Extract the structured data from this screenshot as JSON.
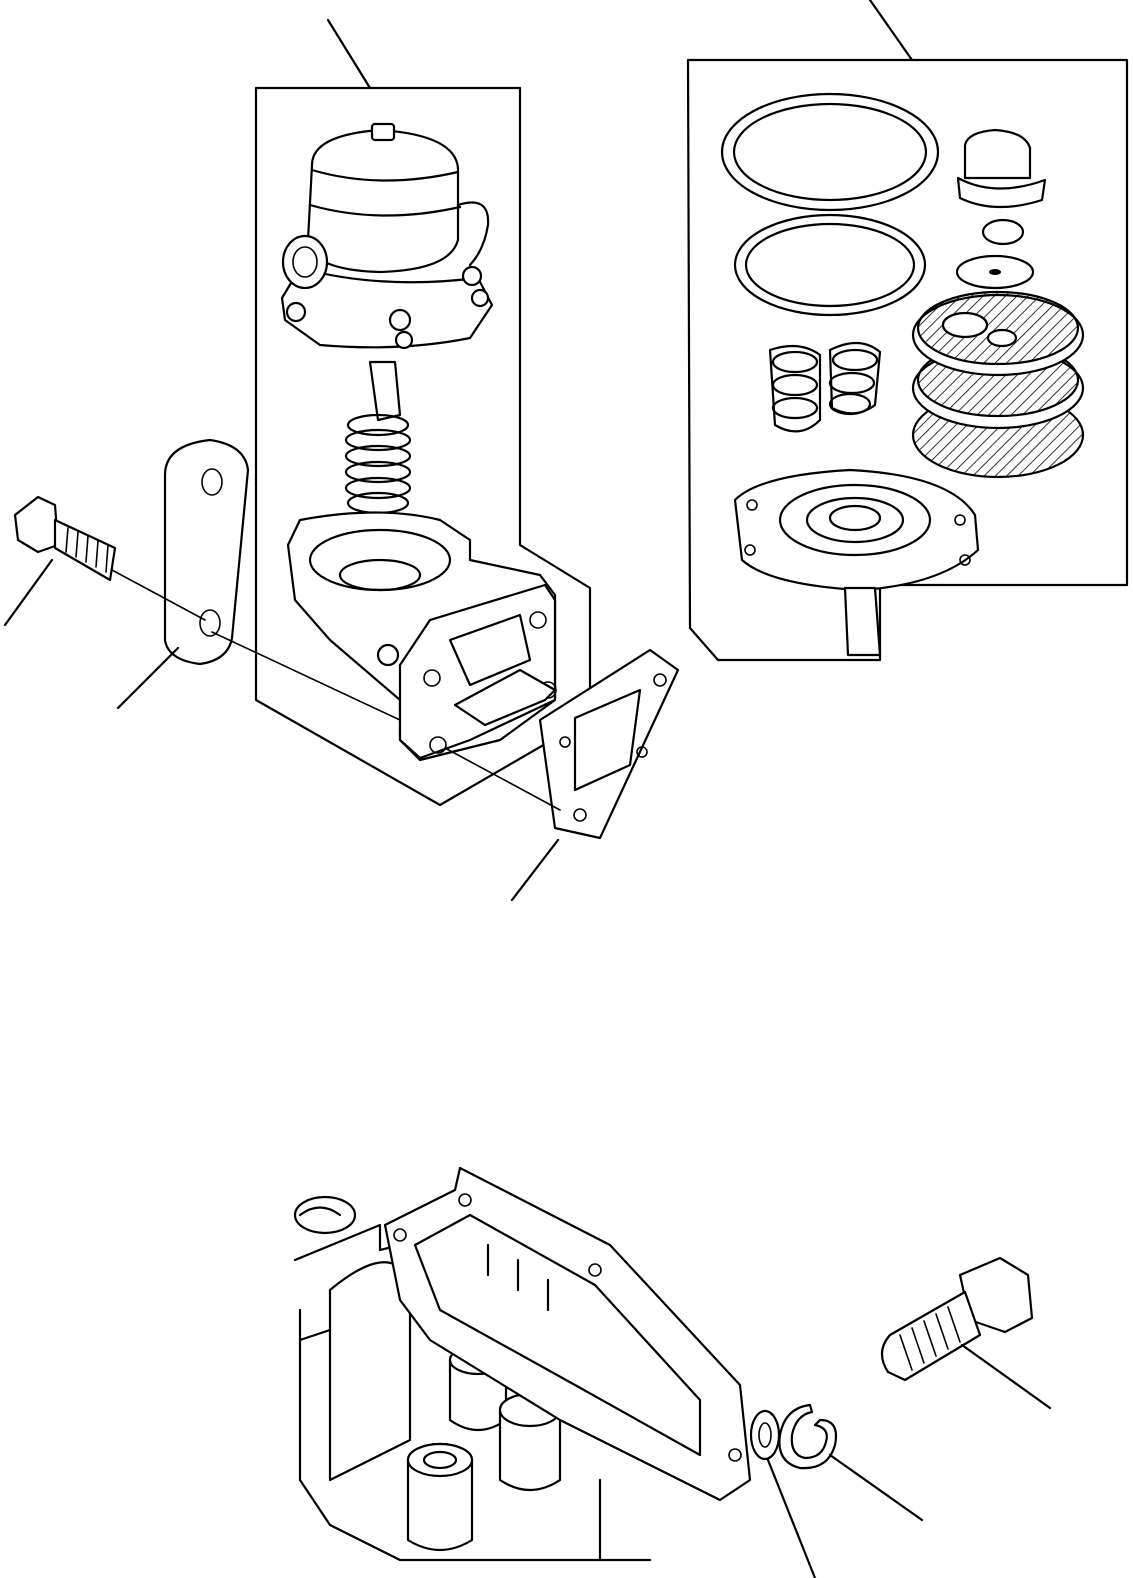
{
  "figure": {
    "parts": [
      "fuel-pump-assembly",
      "repair-kit",
      "cap-screw",
      "spacer-plate",
      "gasket",
      "mounting-plate",
      "flat-washer",
      "lock-washer",
      "bolt"
    ],
    "line_color": "#000000",
    "background": "#ffffff"
  }
}
